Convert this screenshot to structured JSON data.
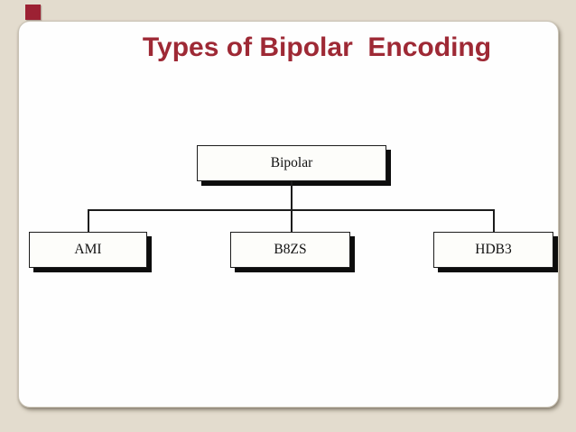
{
  "slide": {
    "title": "Types of Bipolar  Encoding",
    "colors": {
      "background": "#e3dcce",
      "card": "#fefefe",
      "title_text": "#9e2935",
      "accent_square": "#9c2133",
      "node_border": "#1c1c1c",
      "node_shadow": "#0d0d0d"
    }
  },
  "chart_data": {
    "type": "tree",
    "title": "Types of Bipolar  Encoding",
    "root": {
      "label": "Bipolar"
    },
    "children": [
      {
        "label": "AMI"
      },
      {
        "label": "B8ZS"
      },
      {
        "label": "HDB3"
      }
    ]
  }
}
